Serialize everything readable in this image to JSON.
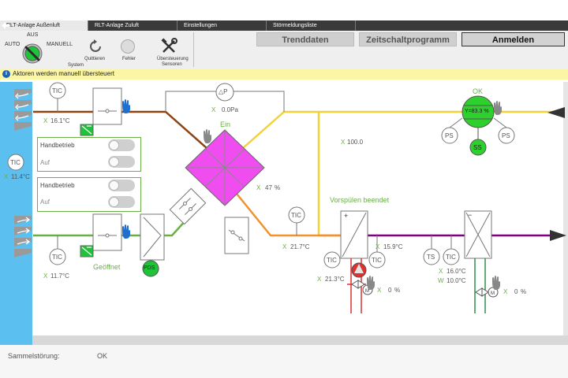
{
  "tabs": [
    {
      "label": "RLT-Anlage Außenluft",
      "active": true
    },
    {
      "label": "RLT-Anlage Zuluft"
    },
    {
      "label": "Einstellungen"
    },
    {
      "label": "Störmeldungsliste"
    }
  ],
  "toolbar": {
    "mode_aus": "AUS",
    "mode_auto": "AUTO",
    "mode_manuell": "MANUELL",
    "mode_system": "System",
    "quittieren": "Quittieren",
    "fehler": "Fehler",
    "uebersteuerung_line1": "Übersteuerung",
    "uebersteuerung_line2": "Sensoren",
    "trenddaten": "Trenddaten",
    "zeitschaltprogramm": "Zeitschaltprogramm",
    "anmelden": "Anmelden"
  },
  "info": {
    "icon": "info-icon",
    "text": "Aktoren werden manuell übersteuert"
  },
  "panels": {
    "upper": {
      "handbetrieb": "Handbetrieb",
      "auf": "Auf"
    },
    "lower": {
      "handbetrieb": "Handbetrieb",
      "auf": "Auf"
    }
  },
  "plant": {
    "tic": "TIC",
    "ps": "PS",
    "ts": "TS",
    "ss": "SS",
    "pds": "PDS",
    "dp_symbol": "△P",
    "x": "X",
    "w": "W",
    "ok": "OK",
    "ein": "Ein",
    "geoeffnet": "Geöffnet",
    "vorspuelen": "Vorspülen beendet",
    "outside_temp": "11.4°C",
    "exhaust_temp": "16.1°C",
    "fresh_temp": "11.7°C",
    "dp_value": "0.0Pa",
    "hrv_percent": "47",
    "percent": "%",
    "mix_value": "100.0",
    "after_hrv_temp": "21.7°C",
    "fan_value": "Y=83.3 %",
    "heater_temp": "21.3°C",
    "heater_valve": "0",
    "supply_temp": "15.9°C",
    "cooler_x": "16.0°C",
    "cooler_w": "10.0°C",
    "cooler_valve": "0",
    "heater_sign": "+",
    "cooler_sign": "−"
  },
  "footer": {
    "label": "Sammelstörung:",
    "value": "OK"
  },
  "colors": {
    "exhaust": "#8b4513",
    "fresh": "#6aaf45",
    "yellow": "#f2d13a",
    "orange": "#f0922f",
    "purple": "#800080",
    "magenta": "#f04df0",
    "fan_green": "#2ed02e",
    "water_red": "#e03030",
    "water_green": "#2f8f4f",
    "wall_blue": "#5bc0f0"
  }
}
